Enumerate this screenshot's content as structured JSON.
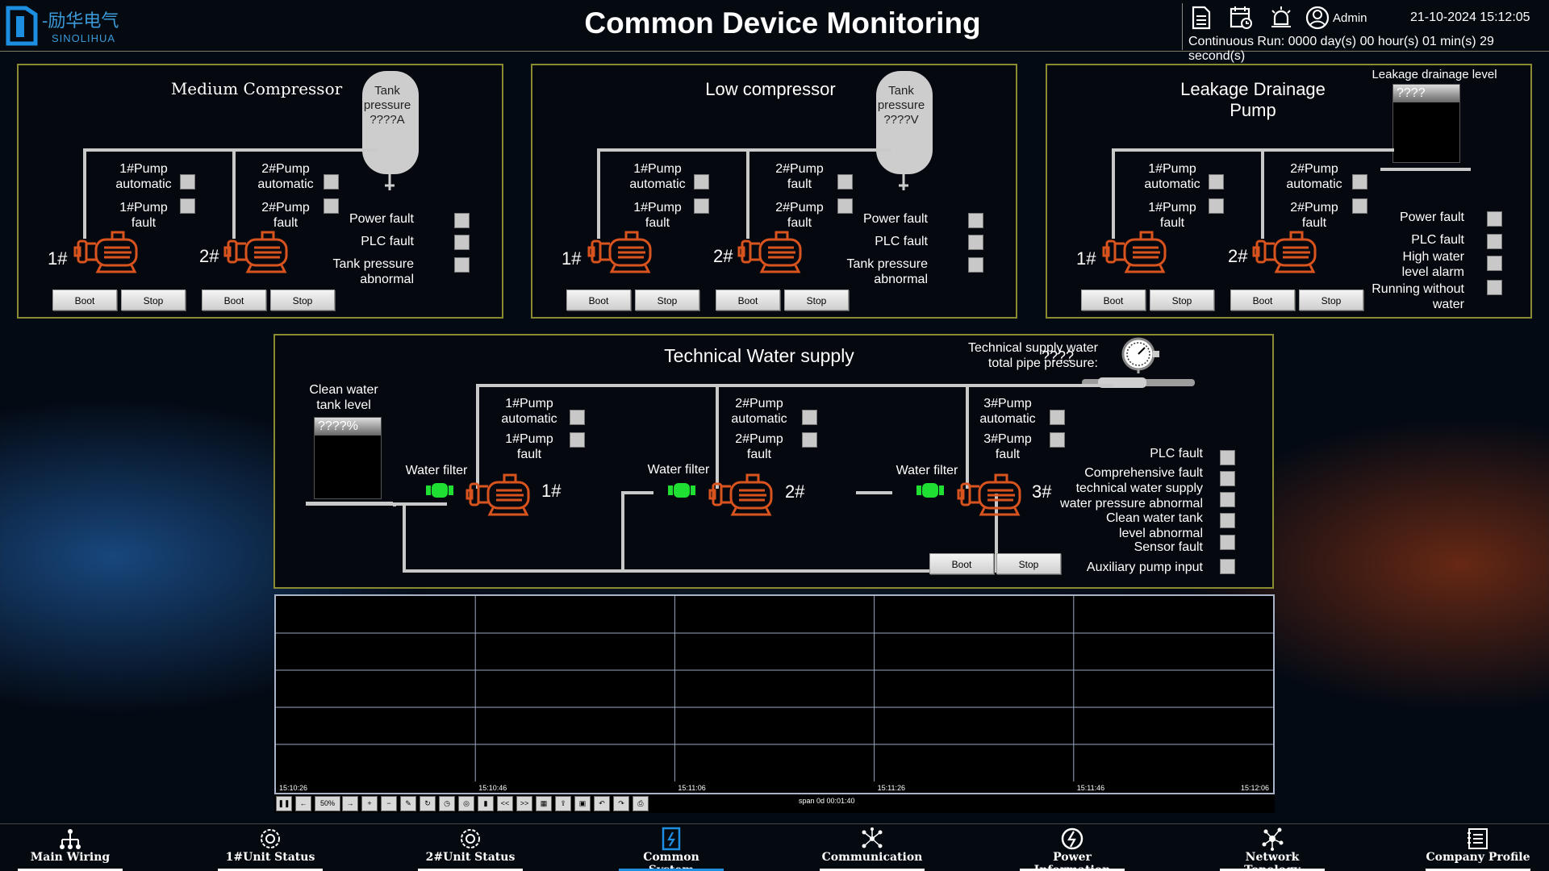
{
  "header": {
    "logo_cn": "-励华电气",
    "logo_en": "SINOLIHUA",
    "title": "Common Device Monitoring",
    "user": "Admin",
    "datetime": "21-10-2024 15:12:05",
    "runtime": "Continuous Run: 0000 day(s) 00 hour(s) 01 min(s) 29 second(s)",
    "icons": [
      "report-icon",
      "event-log-icon",
      "alarm-icon",
      "user-icon"
    ]
  },
  "medium": {
    "title": "Medium Compressor",
    "tank": "Tank\npressure\n????A",
    "p1_auto": "1#Pump\nautomatic",
    "p1_fault": "1#Pump\nfault",
    "p2_auto": "2#Pump\nautomatic",
    "p2_fault": "2#Pump\nfault",
    "power": "Power fault",
    "plc": "PLC fault",
    "tank_abn": "Tank pressure\nabnormal",
    "n1": "1#",
    "n2": "2#",
    "boot": "Boot",
    "stop": "Stop"
  },
  "low": {
    "title": "Low compressor",
    "tank": "Tank\npressure\n????V",
    "p1_auto": "1#Pump\nautomatic",
    "p1_fault": "1#Pump\nfault",
    "p2_auto": "2#Pump\nfault",
    "p2_fault": "2#Pump\nfault",
    "power": "Power fault",
    "plc": "PLC fault",
    "tank_abn": "Tank pressure\nabnormal",
    "n1": "1#",
    "n2": "2#",
    "boot": "Boot",
    "stop": "Stop"
  },
  "leak": {
    "title": "Leakage Drainage\nPump",
    "level_label": "Leakage drainage level",
    "level_val": "????",
    "p1_auto": "1#Pump\nautomatic",
    "p1_fault": "1#Pump\nfault",
    "p2_auto": "2#Pump\nautomatic",
    "p2_fault": "2#Pump\nfault",
    "power": "Power fault",
    "plc": "PLC fault",
    "high": "High water\nlevel alarm",
    "running": "Running without\nwater",
    "n1": "1#",
    "n2": "2#",
    "boot": "Boot",
    "stop": "Stop"
  },
  "water": {
    "title": "Technical Water supply",
    "pressure_label": "Technical supply water\ntotal pipe pressure:",
    "pressure_val": "????",
    "tank_label": "Clean water\ntank level",
    "tank_val": "????%",
    "filter": "Water filter",
    "p1_auto": "1#Pump\nautomatic",
    "p1_fault": "1#Pump\nfault",
    "p2_auto": "2#Pump\nautomatic",
    "p2_fault": "2#Pump\nfault",
    "p3_auto": "3#Pump\nautomatic",
    "p3_fault": "3#Pump\nfault",
    "n1": "1#",
    "n2": "2#",
    "n3": "3#",
    "plc": "PLC fault",
    "comp": "Comprehensive fault",
    "pressure_abn": "technical water supply\nwater pressure abnormal",
    "clean_abn": "Clean water tank\nlevel abnormal",
    "sensor": "Sensor fault",
    "aux": "Auxiliary pump input",
    "boot": "Boot",
    "stop": "Stop"
  },
  "trend": {
    "times": [
      "15:10:26",
      "15:10:46",
      "15:11:06",
      "15:11:26",
      "15:11:46",
      "15:12:06"
    ],
    "zoom": "50%",
    "span": "span 0d 00:01:40",
    "buttons": [
      "pause",
      "back",
      "zoom",
      "forward",
      "zoom-in",
      "zoom-out",
      "tool",
      "refresh",
      "history",
      "target",
      "marker",
      "prev",
      "next",
      "table",
      "export",
      "save",
      "undo",
      "redo",
      "print"
    ]
  },
  "nav": [
    {
      "label": "Main Wiring",
      "icon": "wiring-icon"
    },
    {
      "label": "1#Unit Status",
      "icon": "unit1-icon"
    },
    {
      "label": "2#Unit Status",
      "icon": "unit2-icon"
    },
    {
      "label": "Common System",
      "icon": "common-system-icon",
      "active": true
    },
    {
      "label": "Communication",
      "icon": "communication-icon"
    },
    {
      "label": "Power Information",
      "icon": "power-icon"
    },
    {
      "label": "Network Topology",
      "icon": "network-icon"
    },
    {
      "label": "Company Profile",
      "icon": "profile-icon"
    }
  ],
  "colors": {
    "pump": "#d9531e",
    "filter": "#1fe032",
    "panel_border": "#8a8a30",
    "nav_active": "#1e8fe0"
  }
}
